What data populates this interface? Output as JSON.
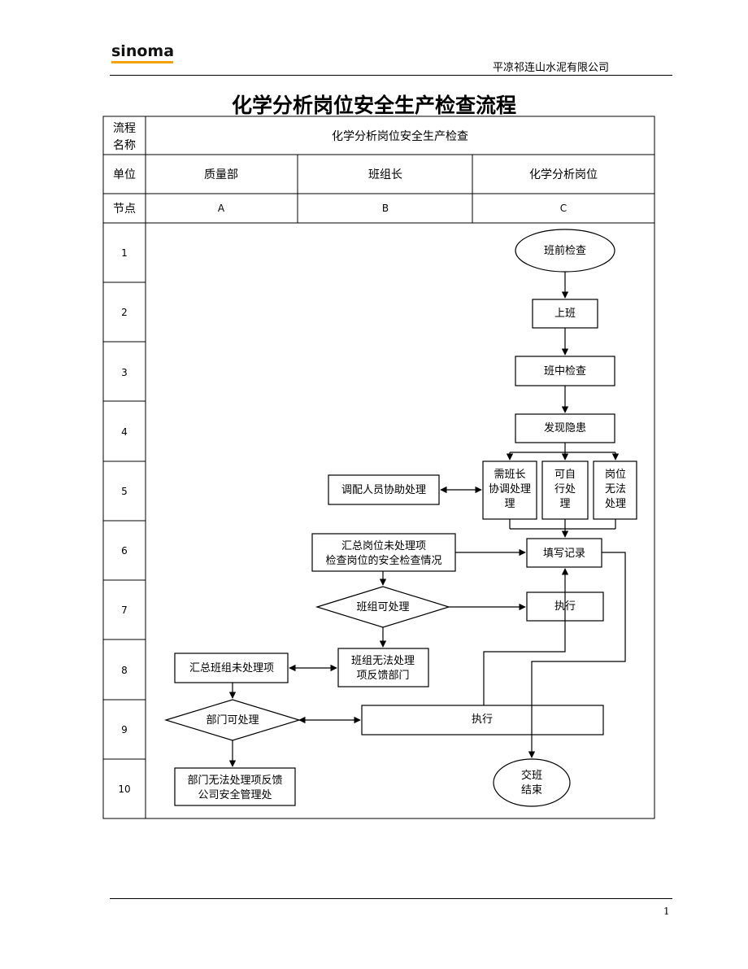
{
  "header": {
    "logo_text": "sinoma",
    "company": "平凉祁连山水泥有限公司"
  },
  "title": "化学分析岗位安全生产检查流程",
  "table": {
    "flow_name_label_1": "流程",
    "flow_name_label_2": "名称",
    "flow_name": "化学分析岗位安全生产检查",
    "unit_label": "单位",
    "units": [
      "质量部",
      "班组长",
      "化学分析岗位"
    ],
    "node_label": "节点",
    "nodes": [
      "A",
      "B",
      "C"
    ],
    "steps": [
      "1",
      "2",
      "3",
      "4",
      "5",
      "6",
      "7",
      "8",
      "9",
      "10"
    ]
  },
  "flowchart": {
    "start": "班前检查",
    "shift_on": "上班",
    "mid_check": "班中检查",
    "find_hazard": "发现隐患",
    "need_leader": [
      "需班长",
      "协调处理"
    ],
    "need_leader_last": "理",
    "self_handle": [
      "可自",
      "行处",
      "理"
    ],
    "cannot_handle": [
      "岗位",
      "无法",
      "处理"
    ],
    "assign_help": "调配人员协助处理",
    "summarize_post": [
      "汇总岗位未处理项",
      "检查岗位的安全检查情况"
    ],
    "fill_record": "填写记录",
    "team_can_handle": "班组可处理",
    "execute_team": "执行",
    "team_cannot": [
      "班组无法处理",
      "项反馈部门"
    ],
    "summarize_team": "汇总班组未处理项",
    "dept_can_handle": "部门可处理",
    "execute_dept": "执行",
    "dept_cannot": [
      "部门无法处理项反馈",
      "公司安全管理处"
    ],
    "end": [
      "交班",
      "结束"
    ]
  },
  "footer": {
    "page": "1"
  },
  "colors": {
    "logo_accent": "#f5a10a"
  }
}
